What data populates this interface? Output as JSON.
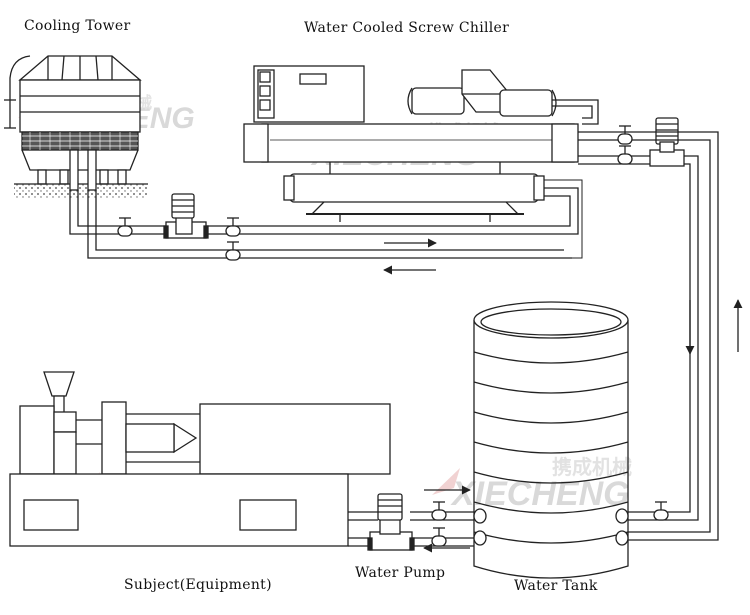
{
  "labels": {
    "cooling_tower": "Cooling Tower",
    "chiller": "Water Cooled Screw Chiller",
    "subject": "Subject(Equipment)",
    "water_pump": "Water Pump",
    "water_tank": "Water Tank"
  },
  "watermark": {
    "brand": "XIECHENG",
    "chinese": "携成机械"
  },
  "colors": {
    "line": "#222222",
    "watermark": "#d9d9d9",
    "accent_logo": "#e8b4b4"
  }
}
